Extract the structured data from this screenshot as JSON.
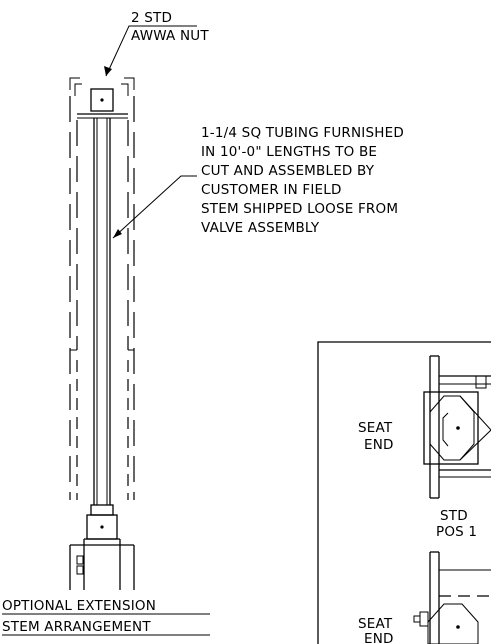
{
  "nut_note": {
    "line1": "2 STD",
    "line2": "AWWA NUT"
  },
  "tubing_note": {
    "lines": [
      "1-1/4 SQ TUBING FURNISHED",
      "IN 10'-0\" LENGTHS TO BE",
      "CUT AND ASSEMBLED BY",
      "CUSTOMER IN FIELD",
      "STEM SHIPPED LOOSE FROM",
      "VALVE ASSEMBLY"
    ]
  },
  "caption": {
    "line1": "OPTIONAL EXTENSION",
    "line2": "STEM ARRANGEMENT"
  },
  "position_view": {
    "seat_end_1_line1": "SEAT",
    "seat_end_1_line2": "END",
    "std_label": "STD",
    "pos_label": "POS 1",
    "seat_end_2_line1": "SEAT",
    "seat_end_2_line2": "END"
  },
  "colors": {
    "ink": "#000000",
    "paper": "#ffffff"
  }
}
